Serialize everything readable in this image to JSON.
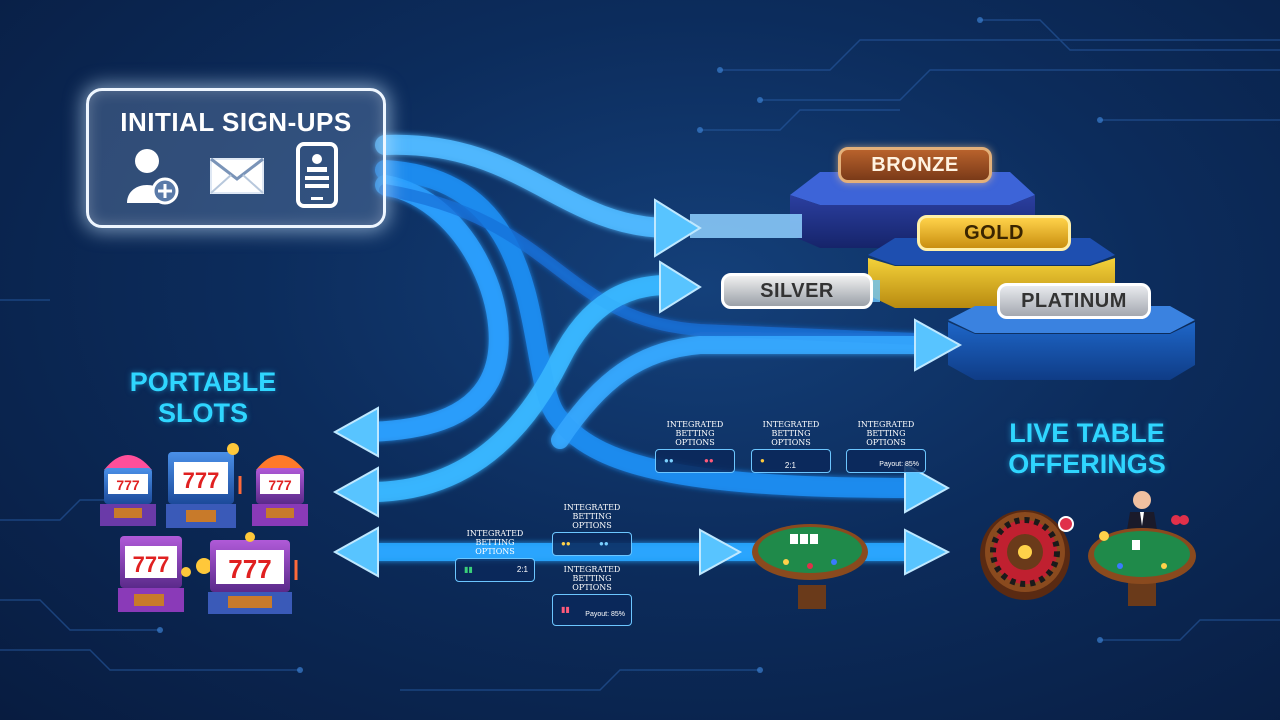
{
  "signup": {
    "title": "INITIAL SIGN-UPS",
    "icons": [
      "add-user-icon",
      "mail-icon",
      "mobile-phone-icon"
    ]
  },
  "tiers": {
    "bronze": "BRONZE",
    "gold": "GOLD",
    "silver": "SILVER",
    "platinum": "PLATINUM"
  },
  "sections": {
    "slots_line1": "PORTABLE",
    "slots_line2": "SLOTS",
    "live_line1": "LIVE TABLE",
    "live_line2": "OFFERINGS"
  },
  "betting_cards": [
    {
      "line1": "INTEGRATED",
      "line2": "BETTING OPTIONS",
      "value": ""
    },
    {
      "line1": "INTEGRATED",
      "line2": "BETTING OPTIONS",
      "value": "2:1"
    },
    {
      "line1": "INTEGRATED",
      "line2": "BETTING OPTIONS",
      "value": "Payout: 85%"
    },
    {
      "line1": "INTEGRATED",
      "line2": "BETTING OPTIONS",
      "value": "2:1"
    },
    {
      "line1": "INTEGRATED",
      "line2": "BETTING OPTIONS",
      "value": ""
    },
    {
      "line1": "INTEGRATED",
      "line2": "BETTING OPTIONS",
      "value": "Payout: 85%"
    }
  ],
  "colors": {
    "background": "#0c2c5c",
    "flow_arrow": "#2aa8ff",
    "section_title": "#2fd6ff",
    "bronze": "#b8622c",
    "gold": "#ffd24a",
    "silver": "#c8ccd2",
    "platinum": "#d8dce2"
  }
}
